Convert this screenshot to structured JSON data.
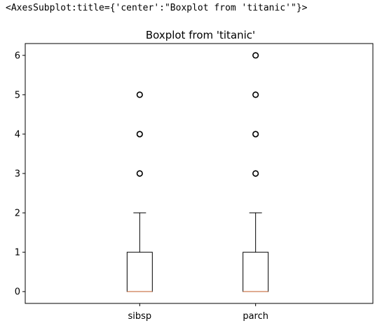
{
  "output_repr": "<AxesSubplot:title={'center':\"Boxplot from 'titanic'\"}>",
  "chart_data": {
    "type": "boxplot",
    "title": "Boxplot from 'titanic'",
    "xlabel": "",
    "ylabel": "",
    "categories": [
      "sibsp",
      "parch"
    ],
    "ylim": [
      -0.3,
      6.3
    ],
    "yticks": [
      0,
      1,
      2,
      3,
      4,
      5,
      6
    ],
    "grid": false,
    "boxes": [
      {
        "name": "sibsp",
        "whisker_low": 0,
        "q1": 0,
        "median": 0,
        "q3": 1,
        "whisker_high": 2,
        "outliers": [
          3,
          4,
          5
        ]
      },
      {
        "name": "parch",
        "whisker_low": 0,
        "q1": 0,
        "median": 0,
        "q3": 1,
        "whisker_high": 2,
        "outliers": [
          3,
          4,
          5,
          6
        ]
      }
    ],
    "colors": {
      "box": "#000000",
      "median": "#d99a7a",
      "outlier": "#000000"
    }
  }
}
